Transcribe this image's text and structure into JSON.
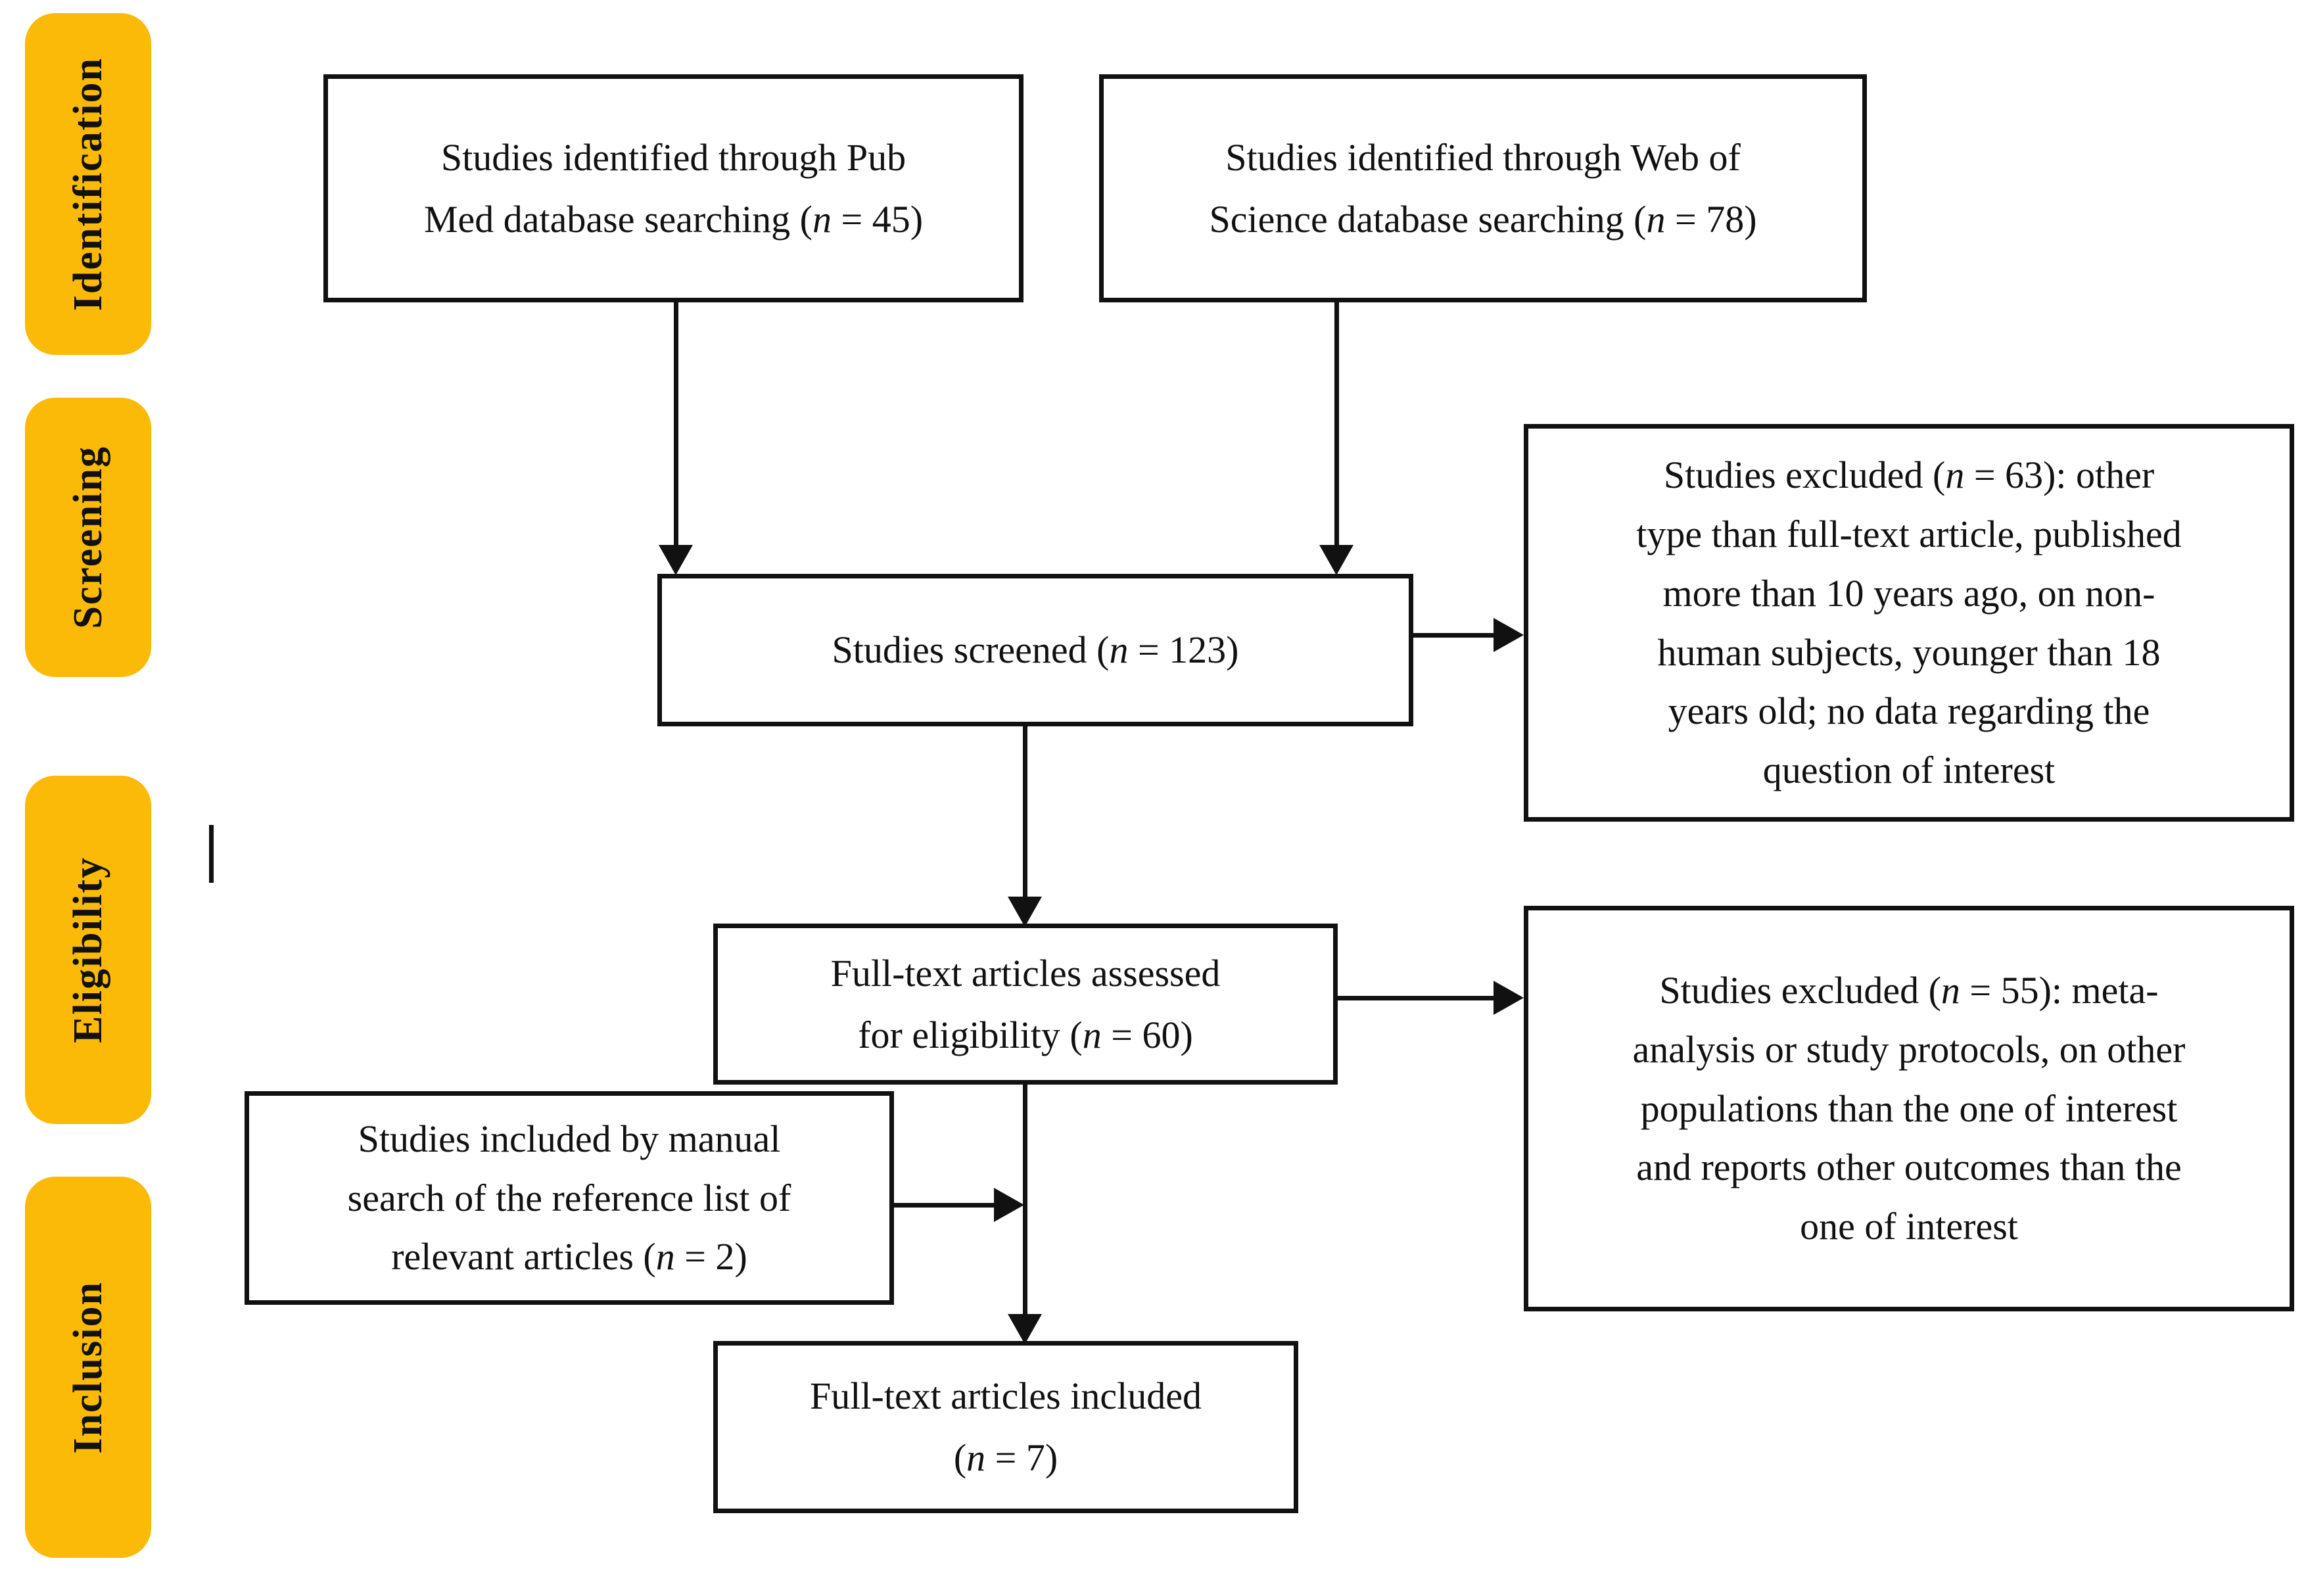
{
  "diagram": {
    "title": "PRISMA study selection flow diagram",
    "accent_color": "#FBBA07",
    "line_color": "#111111",
    "background_color": "#FFFFFF"
  },
  "stages": [
    {
      "id": "identification",
      "label": "Identification"
    },
    {
      "id": "screening",
      "label": "Screening"
    },
    {
      "id": "eligibility",
      "label": "Eligibility"
    },
    {
      "id": "inclusion",
      "label": "Inclusion"
    }
  ],
  "boxes": {
    "pubmed": {
      "line1": "Studies identified through Pub",
      "line2_a": "Med database searching (",
      "line2_n": "n",
      "line2_b": " = 45)",
      "count": 45
    },
    "wos": {
      "line1": "Studies identified through Web of",
      "line2_a": "Science database searching (",
      "line2_n": "n",
      "line2_b": " = 78)",
      "count": 78
    },
    "screened": {
      "line1_a": "Studies screened (",
      "line1_n": "n",
      "line1_b": " = 123)",
      "count": 123
    },
    "excluded_screening": {
      "line1_a": "Studies excluded (",
      "line1_n": "n",
      "line1_b": " = 63): other",
      "line2": "type than full-text article, published",
      "line3": "more than 10 years ago, on non-",
      "line4": "human subjects, younger than 18",
      "line5": "years old; no data regarding the",
      "line6": "question of interest",
      "count": 63
    },
    "assessed": {
      "line1": "Full-text articles assessed",
      "line2_a": "for eligibility (",
      "line2_n": "n",
      "line2_b": " = 60)",
      "count": 60
    },
    "excluded_eligibility": {
      "line1_a": "Studies excluded (",
      "line1_n": "n",
      "line1_b": " = 55): meta-",
      "line2": "analysis or study protocols, on other",
      "line3": "populations than the one of interest",
      "line4": "and reports other outcomes than the",
      "line5": "one of interest",
      "count": 55
    },
    "manual": {
      "line1": "Studies included by manual",
      "line2": "search of the reference list of",
      "line3_a": "relevant articles (",
      "line3_n": "n",
      "line3_b": " = 2)",
      "count": 2
    },
    "included": {
      "line1": "Full-text articles included",
      "line2_a": "(",
      "line2_n": "n",
      "line2_b": " = 7)",
      "count": 7
    }
  }
}
